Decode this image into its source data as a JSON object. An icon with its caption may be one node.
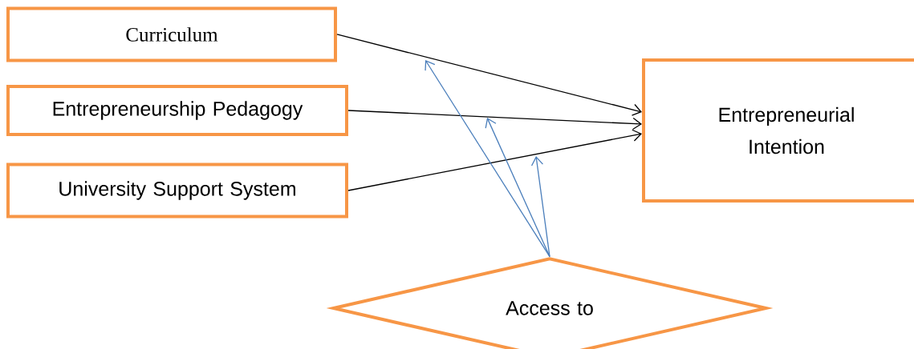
{
  "diagram": {
    "nodes": [
      {
        "text": [
          "Curriculum"
        ]
      },
      {
        "text": [
          "Entrepreneurship Pedagogy"
        ]
      },
      {
        "text": [
          "University Support System"
        ]
      },
      {
        "text": [
          "Entrepreneurial Intention"
        ]
      },
      {
        "text": [
          "Access to"
        ]
      }
    ],
    "edges": [
      {
        "from": 0,
        "to": 3,
        "arrow": "to"
      },
      {
        "from": 1,
        "to": 3,
        "arrow": "to"
      },
      {
        "from": 2,
        "to": 3,
        "arrow": "to"
      },
      {
        "from": 4,
        "to": null,
        "arrow": "to",
        "color": "#4a7ebb"
      },
      {
        "from": 4,
        "to": null,
        "arrow": "to",
        "color": "#4a7ebb"
      },
      {
        "from": 4,
        "to": null,
        "arrow": "to",
        "color": "#4a7ebb"
      }
    ]
  }
}
